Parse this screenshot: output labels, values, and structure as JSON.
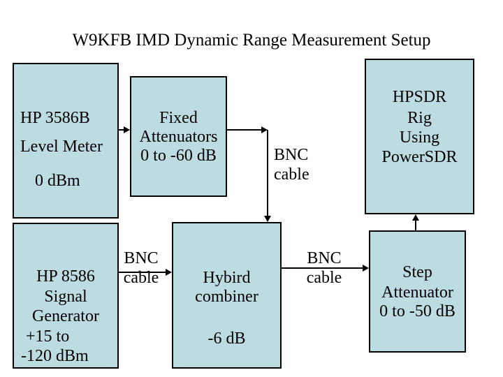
{
  "title": "W9KFB IMD Dynamic Range Measurement Setup",
  "colors": {
    "box_fill": "#bddce1",
    "box_border": "#000000",
    "line": "#000000",
    "text": "#000000",
    "background": "#ffffff"
  },
  "boxes": {
    "hp3586b": {
      "lines": [
        "HP 3586B",
        "Level Meter",
        "0 dBm"
      ]
    },
    "fixed_attenuators": {
      "lines": [
        "Fixed",
        "Attenuators",
        "0 to -60 dB"
      ]
    },
    "hpsdr": {
      "lines": [
        "HPSDR",
        "Rig",
        "Using",
        "PowerSDR"
      ]
    },
    "hp8586": {
      "lines": [
        "HP 8586",
        "Signal",
        "Generator",
        "+15 to",
        "-120 dBm"
      ]
    },
    "hybrid_combiner": {
      "lines": [
        "Hybird",
        "combiner",
        "-6 dB"
      ]
    },
    "step_attenuator": {
      "lines": [
        "Step",
        "Attenuator",
        "0 to -50 dB"
      ]
    }
  },
  "labels": {
    "fixed_to_combiner": [
      "BNC",
      "cable"
    ],
    "hp8586_to_combiner": [
      "BNC",
      "cable"
    ],
    "combiner_to_step": [
      "BNC",
      "cable"
    ]
  },
  "connections": [
    {
      "from": "HP 3586B Level Meter",
      "to": "Fixed Attenuators",
      "label": ""
    },
    {
      "from": "Fixed Attenuators",
      "to": "Hybird combiner",
      "label": "BNC cable"
    },
    {
      "from": "HP 8586 Signal Generator",
      "to": "Hybird combiner",
      "label": "BNC cable"
    },
    {
      "from": "Hybird combiner",
      "to": "Step Attenuator",
      "label": "BNC cable"
    },
    {
      "from": "Step Attenuator",
      "to": "HPSDR Rig Using PowerSDR",
      "label": ""
    }
  ]
}
